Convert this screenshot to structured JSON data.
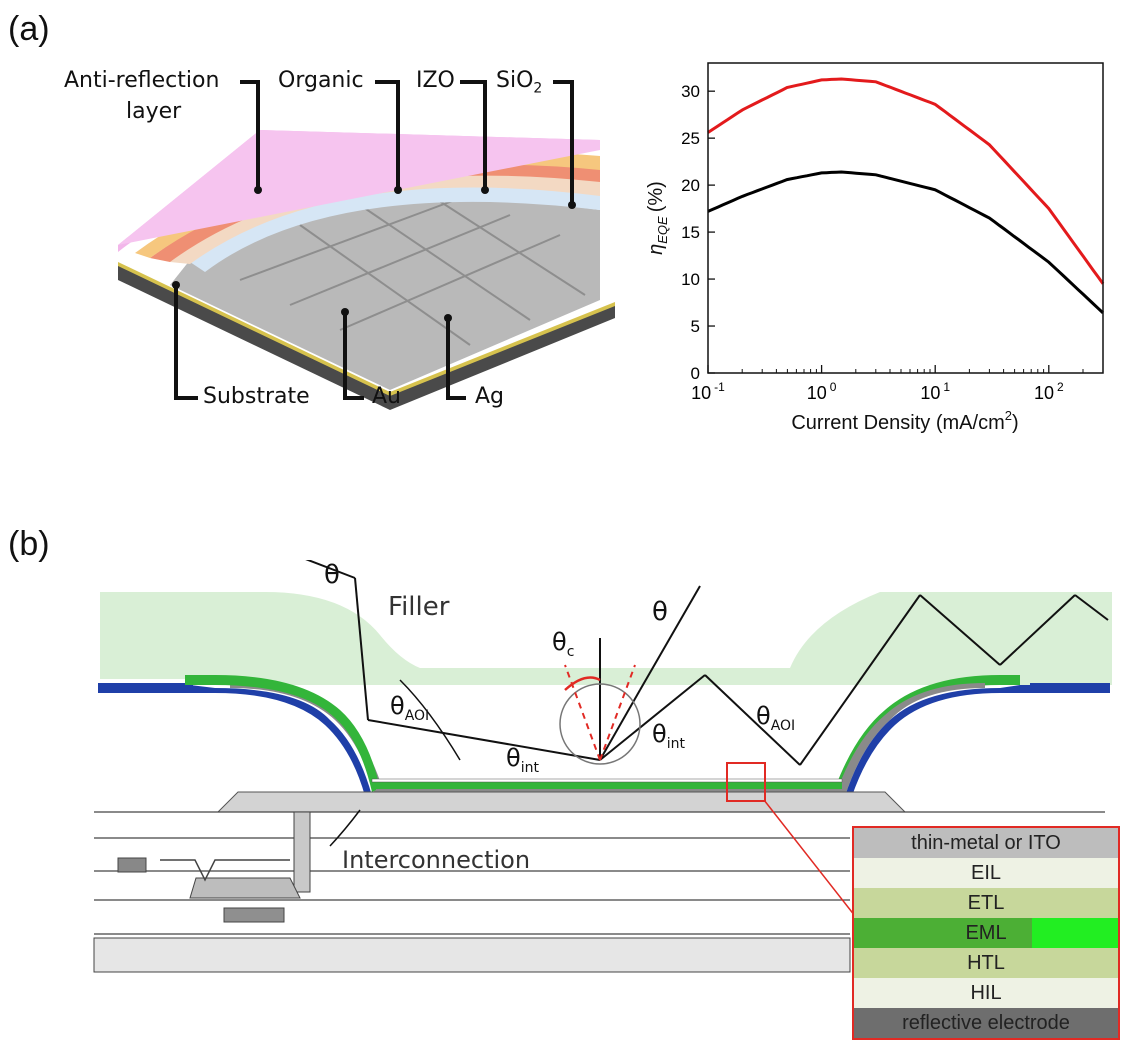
{
  "panel_a": {
    "label": "(a)",
    "diagram_labels": {
      "anti_reflection_line1": "Anti-reflection",
      "anti_reflection_line2": "layer",
      "organic": "Organic",
      "izo": "IZO",
      "sio2_base": "SiO",
      "sio2_sub": "2",
      "substrate": "Substrate",
      "au": "Au",
      "ag": "Ag"
    }
  },
  "chart": {
    "ylabel_symbol": "η",
    "ylabel_sub": "EQE",
    "ylabel_unit": "(%)",
    "xlabel_main": "Current Density (mA/cm",
    "xlabel_sup": "2",
    "xlabel_end": ")"
  },
  "chart_data": {
    "type": "line",
    "title": "",
    "xlabel": "Current Density (mA/cm2)",
    "ylabel": "ηEQE (%)",
    "x_scale": "log",
    "xlim": [
      0.1,
      300
    ],
    "ylim": [
      0,
      33
    ],
    "x_ticks": [
      0.1,
      1,
      10,
      100
    ],
    "x_tick_labels": [
      {
        "base": "10",
        "exp": "-1"
      },
      {
        "base": "10",
        "exp": "0"
      },
      {
        "base": "10",
        "exp": "1"
      },
      {
        "base": "10",
        "exp": "2"
      }
    ],
    "y_ticks": [
      0,
      5,
      10,
      15,
      20,
      25,
      30
    ],
    "grid": false,
    "series": [
      {
        "color": "#e31a1c",
        "x": [
          0.1,
          0.2,
          0.5,
          1,
          1.5,
          3,
          10,
          30,
          100,
          300
        ],
        "y": [
          25.6,
          28.0,
          30.4,
          31.2,
          31.3,
          31.0,
          28.6,
          24.3,
          17.5,
          9.5
        ]
      },
      {
        "color": "#000000",
        "x": [
          0.1,
          0.2,
          0.5,
          1,
          1.5,
          3,
          10,
          30,
          100,
          300
        ],
        "y": [
          17.2,
          18.8,
          20.6,
          21.3,
          21.4,
          21.1,
          19.5,
          16.5,
          11.8,
          6.4
        ]
      }
    ]
  },
  "panel_b": {
    "label": "(b)",
    "labels": {
      "theta": "θ",
      "theta_c": "θ",
      "theta_c_sub": "c",
      "theta_aoi": "θ",
      "theta_aoi_sub": "AOI",
      "theta_int": "θ",
      "theta_int_sub": "int",
      "filler": "Filler",
      "interconnection": "Interconnection"
    },
    "layer_stack": [
      {
        "name": "thin-metal or ITO",
        "color": "#bdbdbd"
      },
      {
        "name": "EIL",
        "color": "#eef2e4"
      },
      {
        "name": "ETL",
        "color": "#c7d79b"
      },
      {
        "name": "EML",
        "color": "#4caf35"
      },
      {
        "name": "HTL",
        "color": "#c7d79b"
      },
      {
        "name": "HIL",
        "color": "#eef2e4"
      },
      {
        "name": "reflective electrode",
        "color": "#6e6e6e"
      }
    ],
    "colors": {
      "filler": "#d9efd6",
      "green_layer": "#33b53a",
      "blue_layer": "#1f3fa8",
      "gray_layer": "#8a8a8a",
      "highlight": "#e12a24"
    }
  }
}
